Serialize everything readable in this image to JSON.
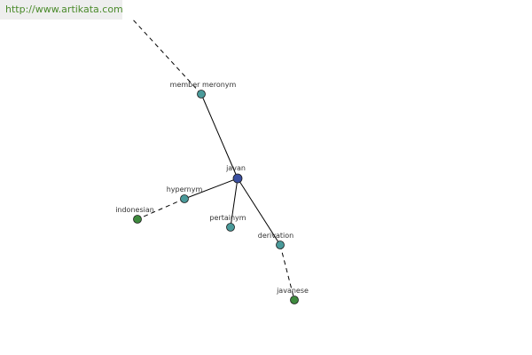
{
  "watermark": {
    "text": "http://www.artikata.com"
  },
  "colors": {
    "center": "#3a4fa0",
    "relation": "#4a9a9a",
    "leaf": "#3e8a3e",
    "watermark_text": "#4a8a2a"
  },
  "nodes": [
    {
      "id": "javan",
      "label": "javan",
      "kind": "center"
    },
    {
      "id": "member_meronym",
      "label": "member meronym",
      "kind": "relation"
    },
    {
      "id": "hypernym",
      "label": "hypernym",
      "kind": "relation"
    },
    {
      "id": "pertainym",
      "label": "pertainym",
      "kind": "relation"
    },
    {
      "id": "derivation",
      "label": "derivation",
      "kind": "relation"
    },
    {
      "id": "indonesian",
      "label": "indonesian",
      "kind": "leaf"
    },
    {
      "id": "javanese",
      "label": "javanese",
      "kind": "leaf"
    }
  ],
  "edges": [
    {
      "from": "javan",
      "to": "member_meronym",
      "style": "solid"
    },
    {
      "from": "javan",
      "to": "hypernym",
      "style": "solid"
    },
    {
      "from": "javan",
      "to": "pertainym",
      "style": "solid"
    },
    {
      "from": "javan",
      "to": "derivation",
      "style": "solid"
    },
    {
      "from": "member_meronym",
      "to": "offscreen",
      "style": "dashed"
    },
    {
      "from": "hypernym",
      "to": "indonesian",
      "style": "dashed"
    },
    {
      "from": "derivation",
      "to": "javanese",
      "style": "dashed"
    }
  ]
}
